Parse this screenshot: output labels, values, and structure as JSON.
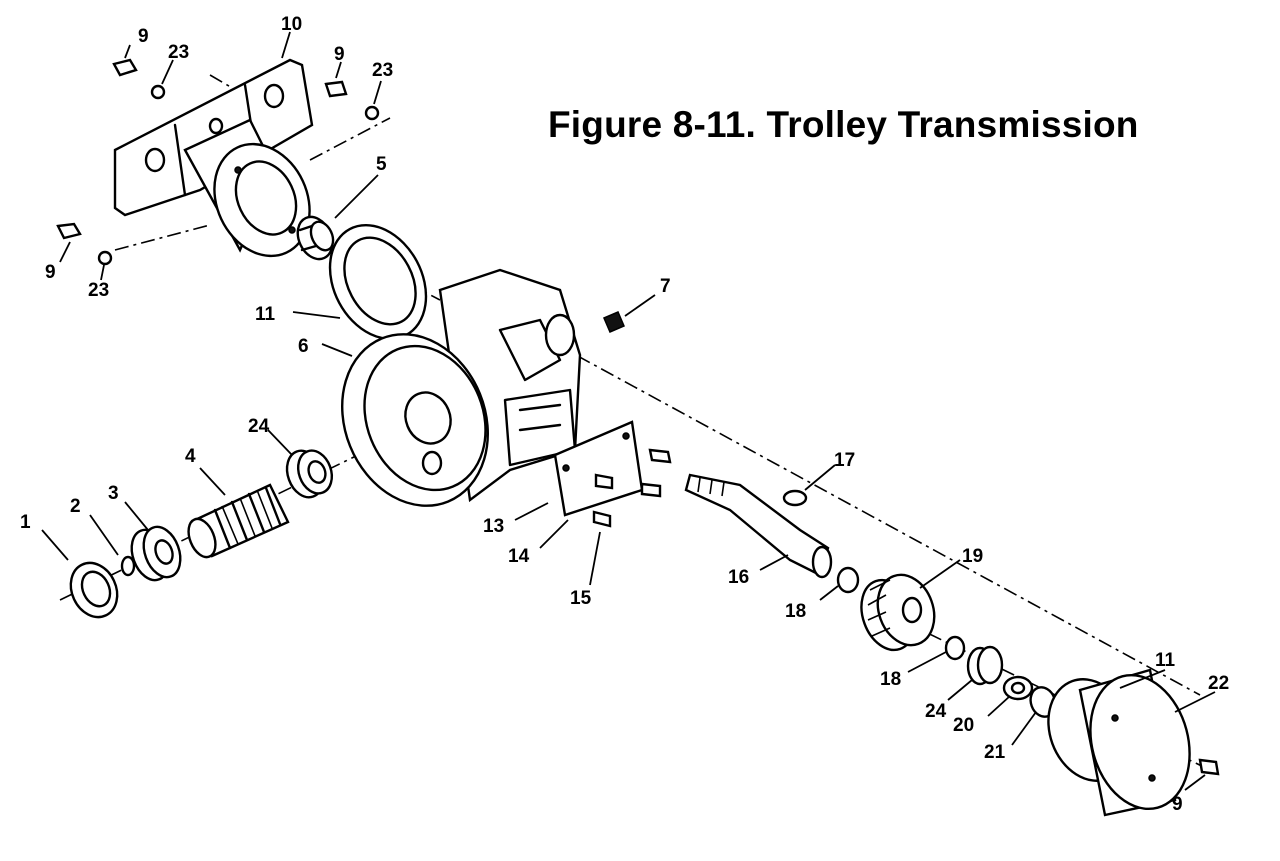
{
  "figure": {
    "title": "Figure 8-11. Trolley Transmission"
  },
  "callouts": [
    {
      "id": "c1",
      "text": "1"
    },
    {
      "id": "c2",
      "text": "2"
    },
    {
      "id": "c3",
      "text": "3"
    },
    {
      "id": "c4",
      "text": "4"
    },
    {
      "id": "c5",
      "text": "5"
    },
    {
      "id": "c6",
      "text": "6"
    },
    {
      "id": "c7",
      "text": "7"
    },
    {
      "id": "c9a",
      "text": "9"
    },
    {
      "id": "c9b",
      "text": "9"
    },
    {
      "id": "c9c",
      "text": "9"
    },
    {
      "id": "c9d",
      "text": "9"
    },
    {
      "id": "c10",
      "text": "10"
    },
    {
      "id": "c11a",
      "text": "11"
    },
    {
      "id": "c11b",
      "text": "11"
    },
    {
      "id": "c13",
      "text": "13"
    },
    {
      "id": "c14",
      "text": "14"
    },
    {
      "id": "c15",
      "text": "15"
    },
    {
      "id": "c16",
      "text": "16"
    },
    {
      "id": "c17",
      "text": "17"
    },
    {
      "id": "c18a",
      "text": "18"
    },
    {
      "id": "c18b",
      "text": "18"
    },
    {
      "id": "c19",
      "text": "19"
    },
    {
      "id": "c20",
      "text": "20"
    },
    {
      "id": "c21",
      "text": "21"
    },
    {
      "id": "c22",
      "text": "22"
    },
    {
      "id": "c23a",
      "text": "23"
    },
    {
      "id": "c23b",
      "text": "23"
    },
    {
      "id": "c23c",
      "text": "23"
    },
    {
      "id": "c24a",
      "text": "24"
    },
    {
      "id": "c24b",
      "text": "24"
    }
  ]
}
